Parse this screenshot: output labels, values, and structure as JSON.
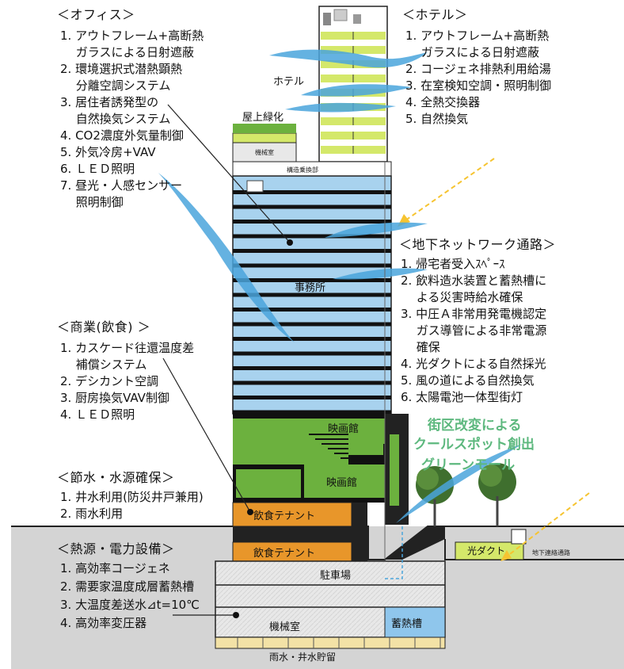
{
  "office": {
    "heading": "＜オフィス＞",
    "lines": [
      "1. アウトフレーム+高断熱",
      "　 ガラスによる日射遮蔽",
      "2. 環境選択式潜熱顕熱",
      "　 分離空調システム",
      "3. 居住者誘発型の",
      "　 自然換気システム",
      "4. CO2濃度外気量制御",
      "5. 外気冷房+VAV",
      "6. ＬＥＤ照明",
      "7. 昼光・人感センサー",
      "　 照明制御"
    ]
  },
  "hotel": {
    "heading": "＜ホテル＞",
    "lines": [
      "1. アウトフレーム+高断熱",
      "　 ガラスによる日射遮蔽",
      "2. コージェネ排熱利用給湯",
      "3. 在室検知空調・照明制御",
      "4. 全熱交換器",
      "5. 自然換気"
    ]
  },
  "underground": {
    "heading": "＜地下ネットワーク通路＞",
    "lines": [
      "1. 帰宅者受入ｽﾍﾟｰｽ",
      "2. 飲料造水装置と蓄熱槽に",
      "　 よる災害時給水確保",
      "3. 中圧Ａ非常用発電機認定",
      "　 ガス導管による非常電源",
      "　 確保",
      "4. 光ダクトによる自然採光",
      "5. 風の道による自然換気",
      "6. 太陽電池一体型街灯"
    ]
  },
  "commerce": {
    "heading": "＜商業(飲食) ＞",
    "lines": [
      "1. カスケード往還温度差",
      "　 補償システム",
      "2. デシカント空調",
      "3. 厨房換気VAV制御",
      "4. ＬＥＤ照明"
    ]
  },
  "water": {
    "heading": "＜節水・水源確保＞",
    "lines": [
      "1. 井水利用(防災井戸兼用)",
      "2. 雨水利用"
    ]
  },
  "energy": {
    "heading": "＜熱源・電力設備＞",
    "lines": [
      "1. 高効率コージェネ",
      "2. 需要家温度成層蓄熱槽",
      "3. 大温度差送水⊿t=10℃",
      "4. 高効率変圧器"
    ]
  },
  "building_labels": {
    "hotel": "ホテル",
    "roof_green": "屋上緑化",
    "machine_room_top": "機械室",
    "structure_floor": "構造乗換部",
    "office": "事務所",
    "cinema1": "映画館",
    "cinema2": "映画館",
    "food1": "飲食テナント",
    "food2": "飲食テナント",
    "parking": "駐車場",
    "machine_room": "機械室",
    "storage_tank": "蓄熱槽",
    "rain_storage": "雨水・井水貯留",
    "light_duct": "光ダクト",
    "underground_passage": "地下連絡通路"
  },
  "green_text": [
    "街区改変による",
    "クールスポット創出",
    "グリーンモール"
  ],
  "colors": {
    "office_glass": "#a8d2ee",
    "hotel_green": "#d4e86a",
    "cinema_green": "#6cb13e",
    "food_orange": "#e8962a",
    "storage_blue": "#8fc6ec",
    "air_flow": "#4aa5dc",
    "ground": "#d4d4d4",
    "sun": "#f6c431"
  }
}
